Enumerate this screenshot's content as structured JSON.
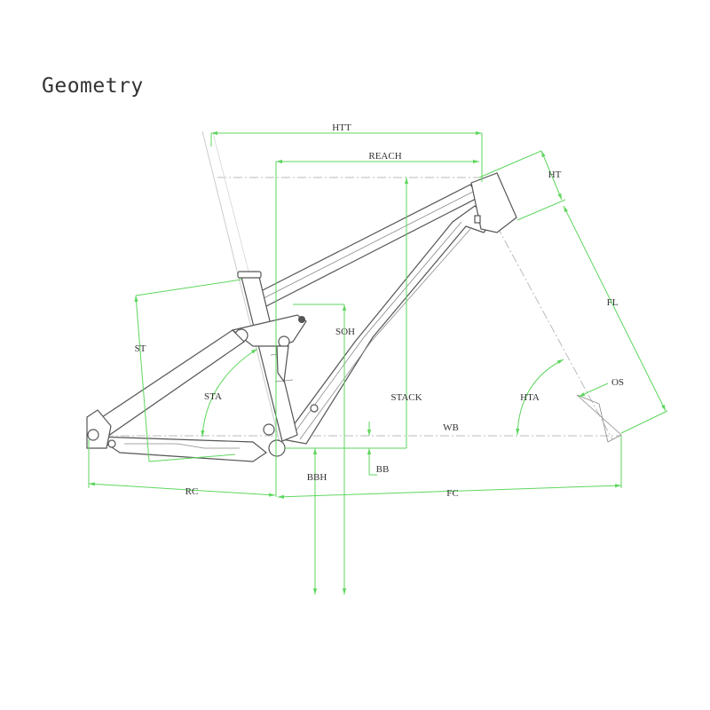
{
  "title": "Geometry",
  "labels": {
    "htt": "HTT",
    "reach": "REACH",
    "ht": "HT",
    "fl": "FL",
    "soh": "SOH",
    "st": "ST",
    "sta": "STA",
    "stack": "STACK",
    "hta": "HTA",
    "os": "OS",
    "wb": "WB",
    "bb": "BB",
    "bbh": "BBH",
    "rc": "RC",
    "fc": "FC"
  },
  "colors": {
    "dimension": "#5fd65f",
    "frame": "#555555"
  }
}
